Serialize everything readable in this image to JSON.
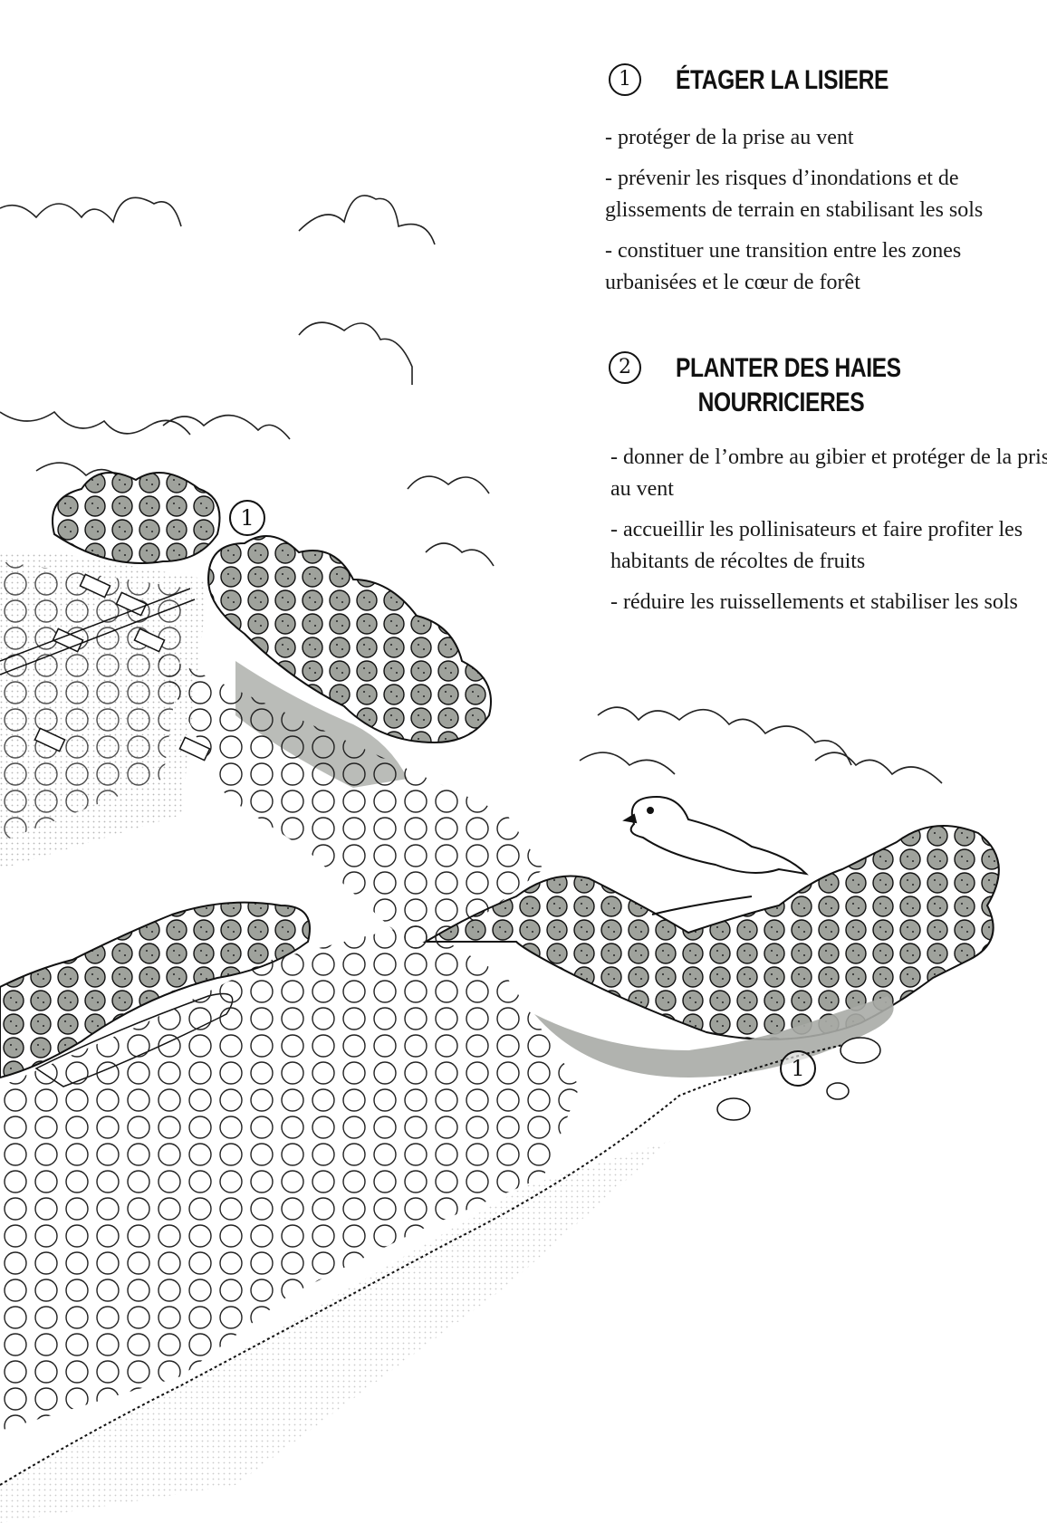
{
  "section1": {
    "number": "1",
    "title": "ÉTAGER LA LISIERE",
    "items": [
      "-  protéger de la prise au vent",
      "-  prévenir les risques d’inondations et de glissements de terrain en stabilisant les sols",
      "-  constituer une transition entre les zones urbanisées et le cœur de forêt"
    ]
  },
  "section2": {
    "number": "2",
    "title_line1": "PLANTER DES HAIES",
    "title_line2": "NOURRICIERES",
    "items": [
      "-  donner de l’ombre au gibier et protéger de la prise au vent",
      "-  accueillir les pollinisateurs et faire profiter les habitants de récoltes de fruits",
      "-  réduire les ruissellements et stabiliser les sols"
    ]
  },
  "map_labels": [
    "1",
    "1"
  ],
  "colors": {
    "ink": "#111111",
    "grey_fill": "#a9aba6",
    "paper": "#ffffff"
  }
}
